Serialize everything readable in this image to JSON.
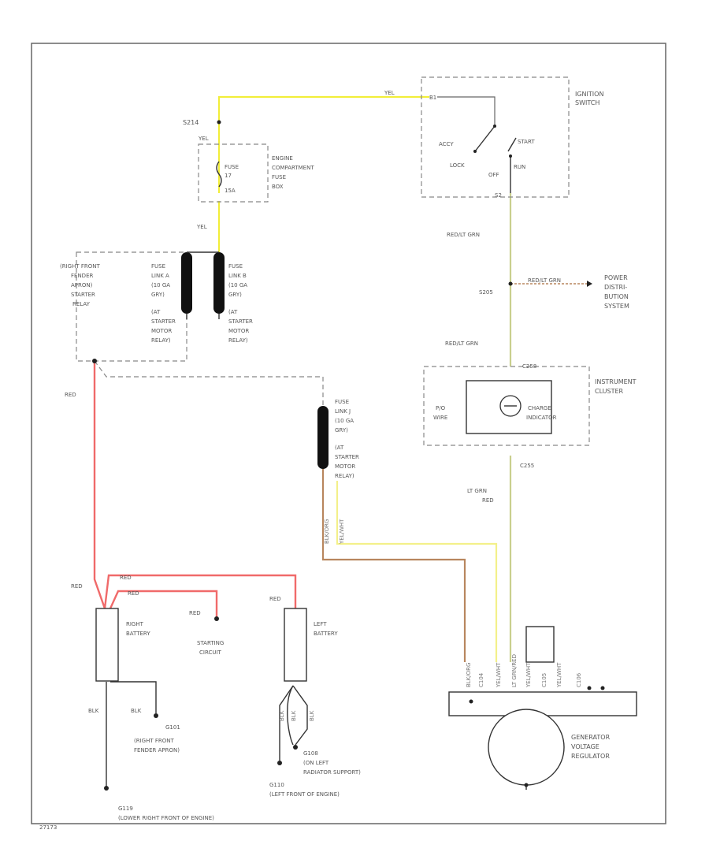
{
  "colors": {
    "yellow": "#f2ee3a",
    "red": "#f06a6a",
    "tan": "#b8865e",
    "light_yellow": "#f3f08a",
    "olive": "#c9cf8e",
    "black": "#222222"
  },
  "labels": {
    "s214": "S214",
    "yel_top": "YEL",
    "yel_left": "YEL",
    "yel_mid": "YEL",
    "pin_b1": "B1",
    "ignition_switch": [
      "IGNITION",
      "SWITCH"
    ],
    "accy": "ACCY",
    "start": "START",
    "lock": "LOCK",
    "off": "OFF",
    "run": "RUN",
    "pin_s2": "S2",
    "fuse_17": [
      "FUSE",
      "17",
      "15A"
    ],
    "engine_fuse_box": [
      "ENGINE",
      "COMPARTMENT",
      "FUSE",
      "BOX"
    ],
    "starter_relay": [
      "(RIGHT FRONT",
      "FENDER",
      "APRON)",
      "STARTER",
      "RELAY"
    ],
    "fuse_link_a": [
      "FUSE",
      "LINK A",
      "(10 GA",
      "GRY)",
      "(AT",
      "STARTER",
      "MOTOR",
      "RELAY)"
    ],
    "fuse_link_b": [
      "FUSE",
      "LINK B",
      "(10 GA",
      "GRY)",
      "(AT",
      "STARTER",
      "MOTOR",
      "RELAY)"
    ],
    "red_lt_grn_1": "RED/LT GRN",
    "red_lt_grn_2": "RED/LT GRN",
    "red_lt_grn_3": "RED/LT GRN",
    "s205": "S205",
    "power_distribution": [
      "POWER",
      "DISTRI-",
      "BUTION",
      "SYSTEM"
    ],
    "c258": "C258",
    "instrument_cluster": [
      "INSTRUMENT",
      "CLUSTER"
    ],
    "gauge_wires": [
      "P/O",
      "WIRE"
    ],
    "charge_indicator": [
      "CHARGE",
      "INDICATOR"
    ],
    "c255": "C255",
    "lt_grn_red": [
      "LT GRN",
      "RED"
    ],
    "fuse_link_j": [
      "FUSE",
      "LINK J",
      "(10 GA",
      "GRY)",
      "(AT",
      "STARTER",
      "MOTOR",
      "RELAY)"
    ],
    "blk_org": "BLK/ORG",
    "yel_wht": "YEL/WHT",
    "red_1": "RED",
    "red_2": "RED",
    "red_3": "RED",
    "red_4": "RED",
    "red_5": "RED",
    "red_6": "RED",
    "right_battery": [
      "RIGHT",
      "BATTERY"
    ],
    "starting_circuit": [
      "STARTING",
      "CIRCUIT"
    ],
    "left_battery": [
      "LEFT",
      "BATTERY"
    ],
    "gen_pins": [
      "BLK/ORG",
      "C104",
      "YEL/WHT",
      "LT GRN/RED",
      "YEL/WHT",
      "C105",
      "YEL/WHT",
      "C106"
    ],
    "blk_1": "BLK",
    "blk_2": "BLK",
    "blk_3": "BLK",
    "blk_4": "BLK",
    "blk_5": "BLK",
    "g101": "G101",
    "g101_loc": [
      "(RIGHT FRONT",
      "FENDER APRON)"
    ],
    "g108": "G108",
    "g108_loc": [
      "(ON LEFT",
      "RADIATOR SUPPORT)"
    ],
    "g110": "G110",
    "g110_loc": "(LEFT FRONT OF ENGINE)",
    "g119": "G119",
    "g119_loc": "(LOWER RIGHT FRONT OF ENGINE)",
    "generator": [
      "GENERATOR",
      "VOLTAGE",
      "REGULATOR"
    ],
    "footer_code": "27173"
  }
}
